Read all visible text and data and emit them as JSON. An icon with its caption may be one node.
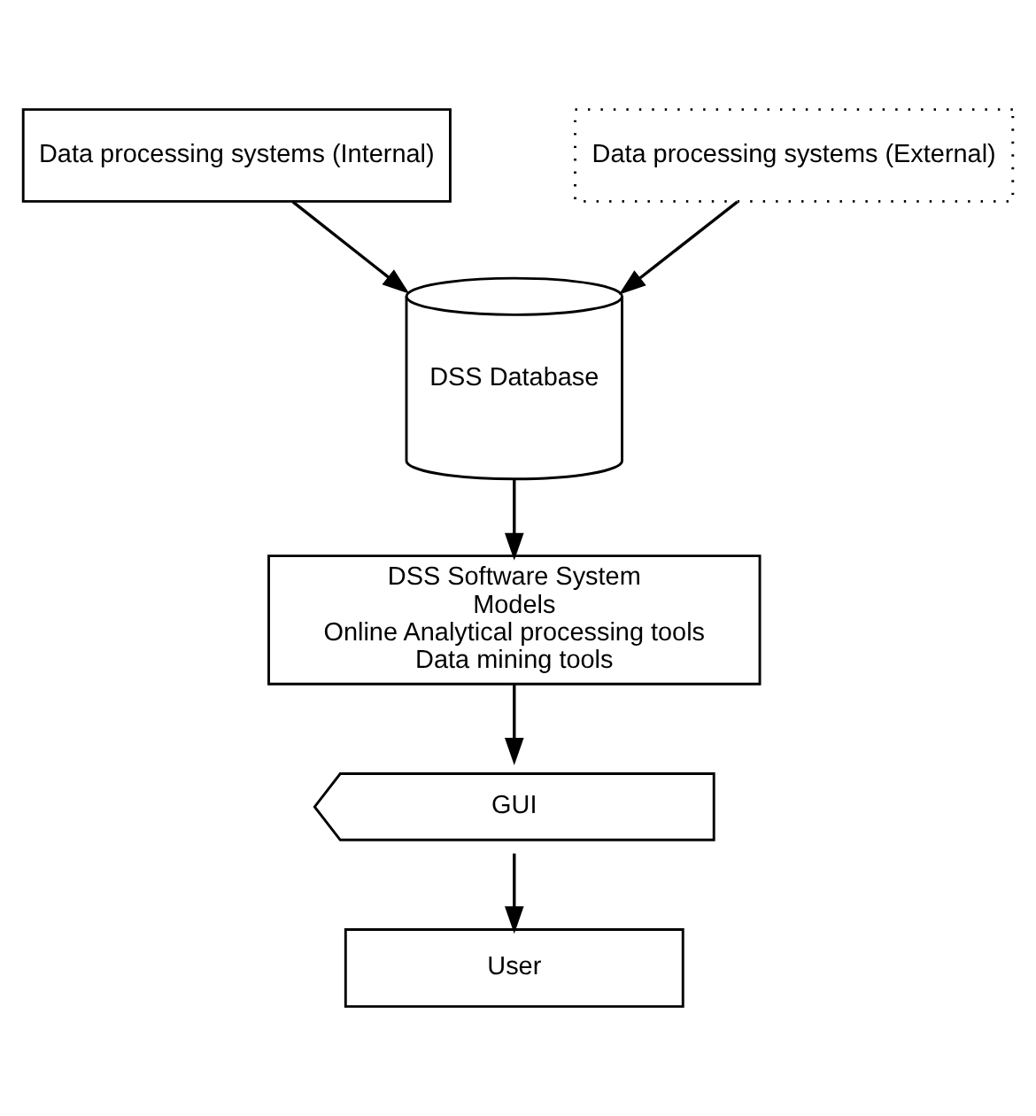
{
  "diagram": {
    "nodes": [
      {
        "text": [
          "Data processing systems (Internal)"
        ]
      },
      {
        "text": [
          "Data processing systems (External)"
        ]
      },
      {
        "text": [
          "DSS Database"
        ]
      },
      {
        "text": [
          "DSS Software System",
          "Models",
          "Online Analytical processing tools",
          "Data mining tools"
        ]
      },
      {
        "text": [
          "GUI"
        ]
      },
      {
        "text": [
          "User"
        ]
      }
    ],
    "edges": [
      {
        "from": 0,
        "to": 2,
        "arrow": "to"
      },
      {
        "from": 1,
        "to": 2,
        "arrow": "to"
      },
      {
        "from": 2,
        "to": 3,
        "arrow": "to"
      },
      {
        "from": 3,
        "to": 4,
        "arrow": "to"
      },
      {
        "from": 4,
        "to": 5,
        "arrow": "to"
      }
    ]
  }
}
